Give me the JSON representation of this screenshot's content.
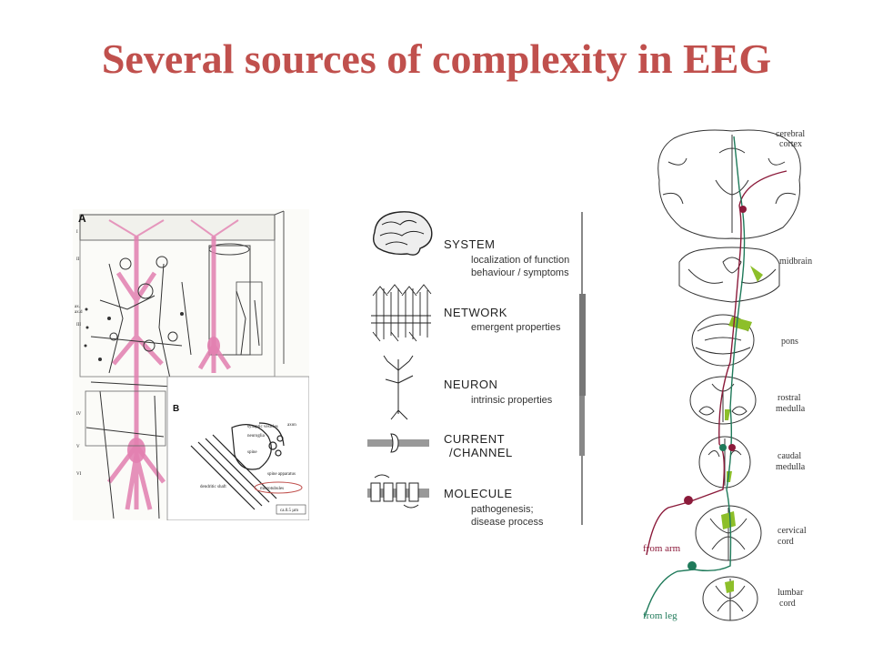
{
  "title": "Several sources of complexity in EEG",
  "colors": {
    "title": "#c0504d",
    "neuron_pink": "#e27fb0",
    "tract_red": "#8b1a3a",
    "tract_green": "#1f7a5a",
    "nucleus_green": "#8dbf2a"
  },
  "histology": {
    "panel_a_label": "A",
    "panel_b_label": "B",
    "layers": [
      "I",
      "II",
      "III",
      "IV",
      "V",
      "VI"
    ],
    "layer_extra": [
      "ax.",
      "ax.d"
    ],
    "inset_labels": [
      "synaptic vesicles",
      "axon",
      "neuroglia",
      "spine",
      "spine apparatus",
      "dendritic shaft",
      "microtubules",
      "ca.0.5 µm"
    ]
  },
  "levels": [
    {
      "name": "SYSTEM",
      "sub": [
        "localization of function",
        "behaviour / symptoms"
      ],
      "icon": "brain-icon"
    },
    {
      "name": "NETWORK",
      "sub": [
        "emergent properties"
      ],
      "icon": "network-icon"
    },
    {
      "name": "NEURON",
      "sub": [
        "intrinsic properties"
      ],
      "icon": "neuron-icon"
    },
    {
      "name": "CURRENT",
      "name2": "/CHANNEL",
      "sub": [],
      "icon": "channel-icon"
    },
    {
      "name": "MOLECULE",
      "sub": [
        "pathogenesis;",
        "disease process"
      ],
      "icon": "molecule-icon"
    }
  ],
  "spinal": {
    "levels": [
      "cerebral cortex",
      "midbrain",
      "pons",
      "rostral medulla",
      "caudal medulla",
      "cervical cord",
      "lumbar cord"
    ],
    "label_lines": [
      [
        "cerebral",
        "cortex"
      ],
      [
        "midbrain"
      ],
      [
        "pons"
      ],
      [
        "rostral",
        "medulla"
      ],
      [
        "caudal",
        "medulla"
      ],
      [
        "cervical",
        "cord"
      ],
      [
        "lumbar",
        "cord"
      ]
    ],
    "inputs": [
      "from arm",
      "from leg"
    ]
  }
}
